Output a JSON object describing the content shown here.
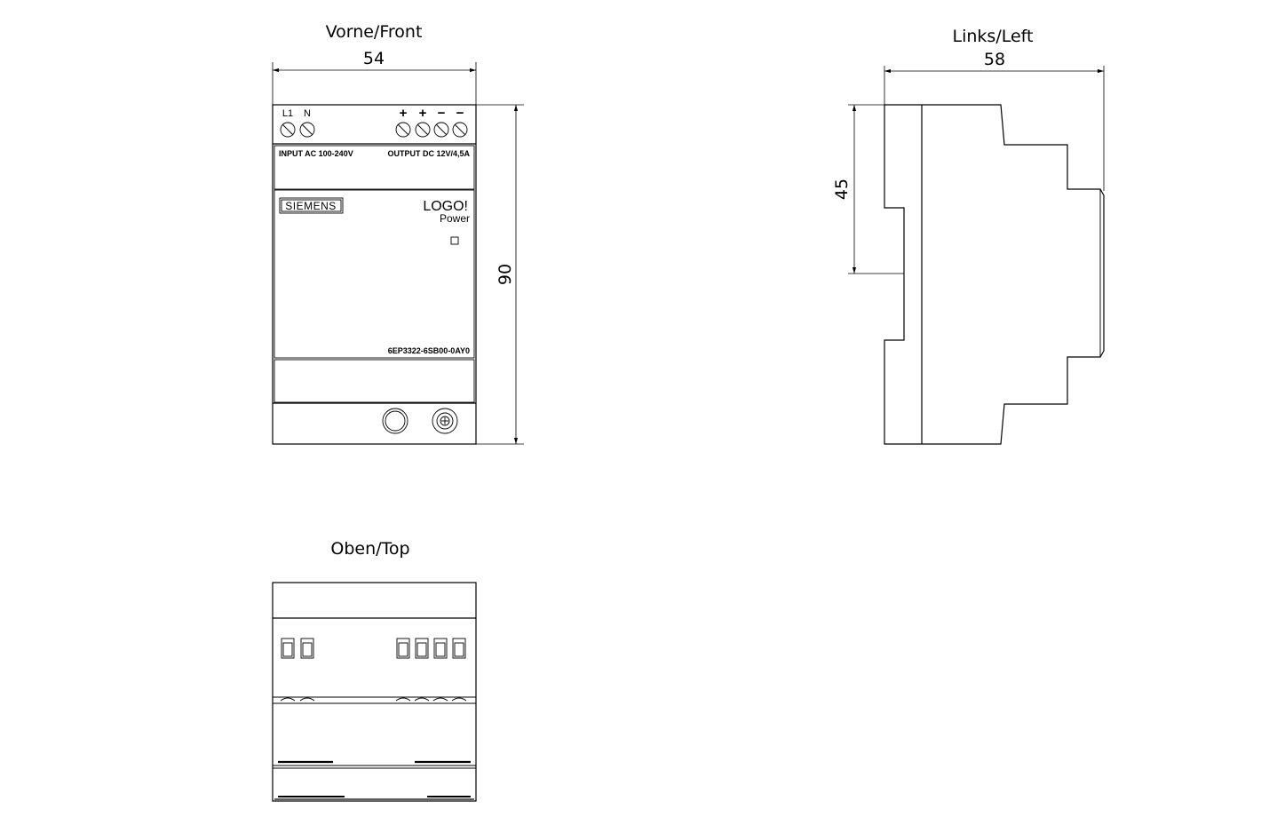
{
  "views": {
    "front": {
      "title": "Vorne/Front",
      "width_dim": "54",
      "height_dim": "90",
      "terminals_input": [
        "L1",
        "N"
      ],
      "terminals_output": [
        "+",
        "+",
        "−",
        "−"
      ],
      "input_label": "INPUT AC 100-240V",
      "output_label": "OUTPUT DC 12V/4,5A",
      "brand": "SIEMENS",
      "product_line1": "LOGO!",
      "product_line2": "Power",
      "part_number": "6EP3322-6SB00-0AY0"
    },
    "left": {
      "title": "Links/Left",
      "width_dim": "58",
      "rail_dim": "45"
    },
    "top": {
      "title": "Oben/Top"
    }
  }
}
